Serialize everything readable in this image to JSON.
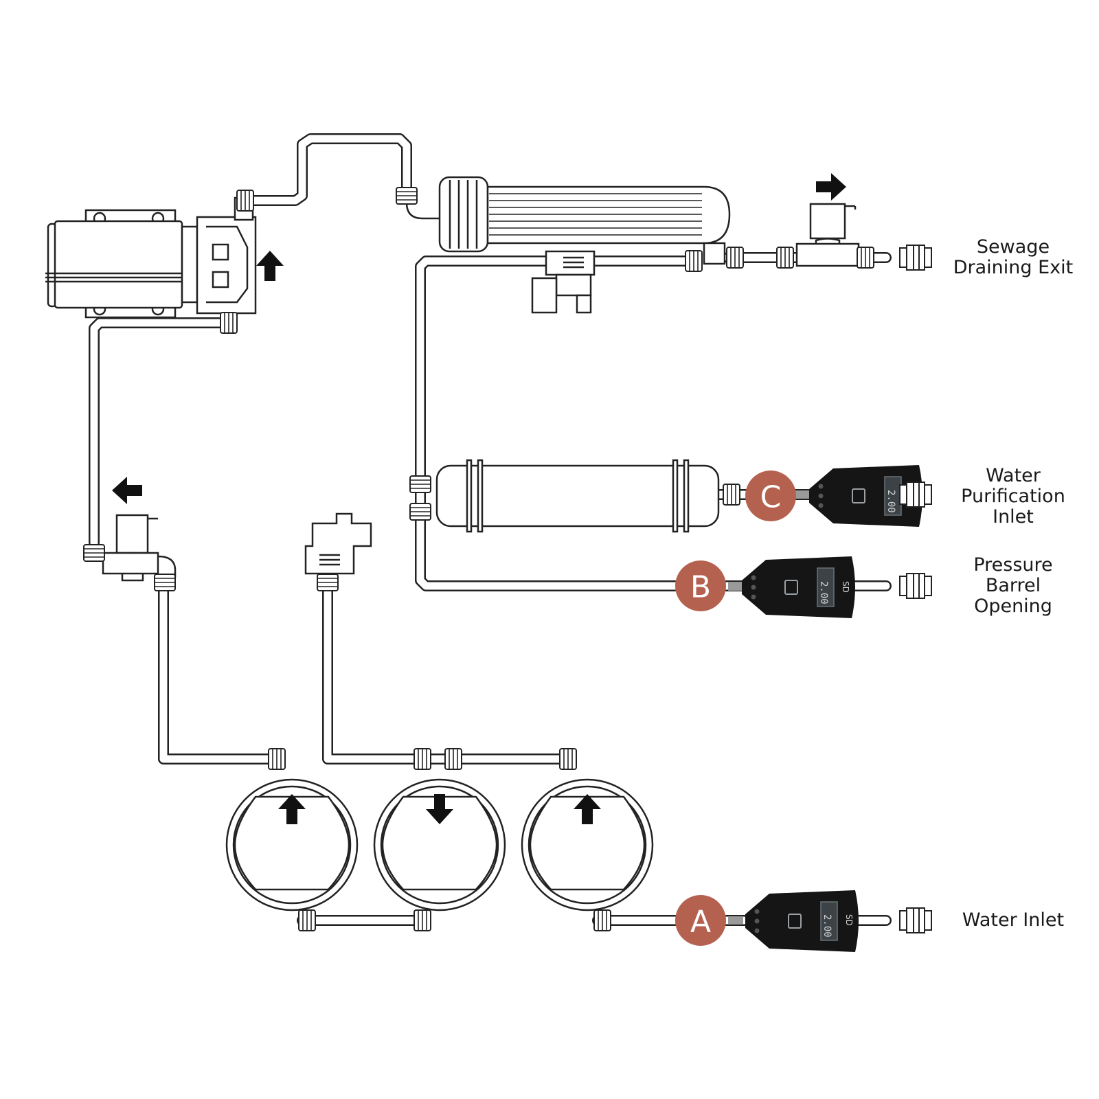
{
  "labels": {
    "sewage": [
      "Sewage",
      "Draining Exit"
    ],
    "purification": [
      "Water",
      "Purification",
      "Inlet"
    ],
    "pressure": [
      "Pressure",
      "Barrel",
      "Opening"
    ],
    "inlet": [
      "Water Inlet"
    ]
  },
  "badges": {
    "a": "A",
    "b": "B",
    "c": "C"
  },
  "meter": {
    "display": "2.00",
    "brand": "SD"
  },
  "colors": {
    "badge": "#b4624f",
    "line": "#222222",
    "meter_body": "#151515"
  },
  "icons": [
    "arrow-up-icon",
    "arrow-down-icon",
    "arrow-left-icon",
    "arrow-right-icon"
  ]
}
